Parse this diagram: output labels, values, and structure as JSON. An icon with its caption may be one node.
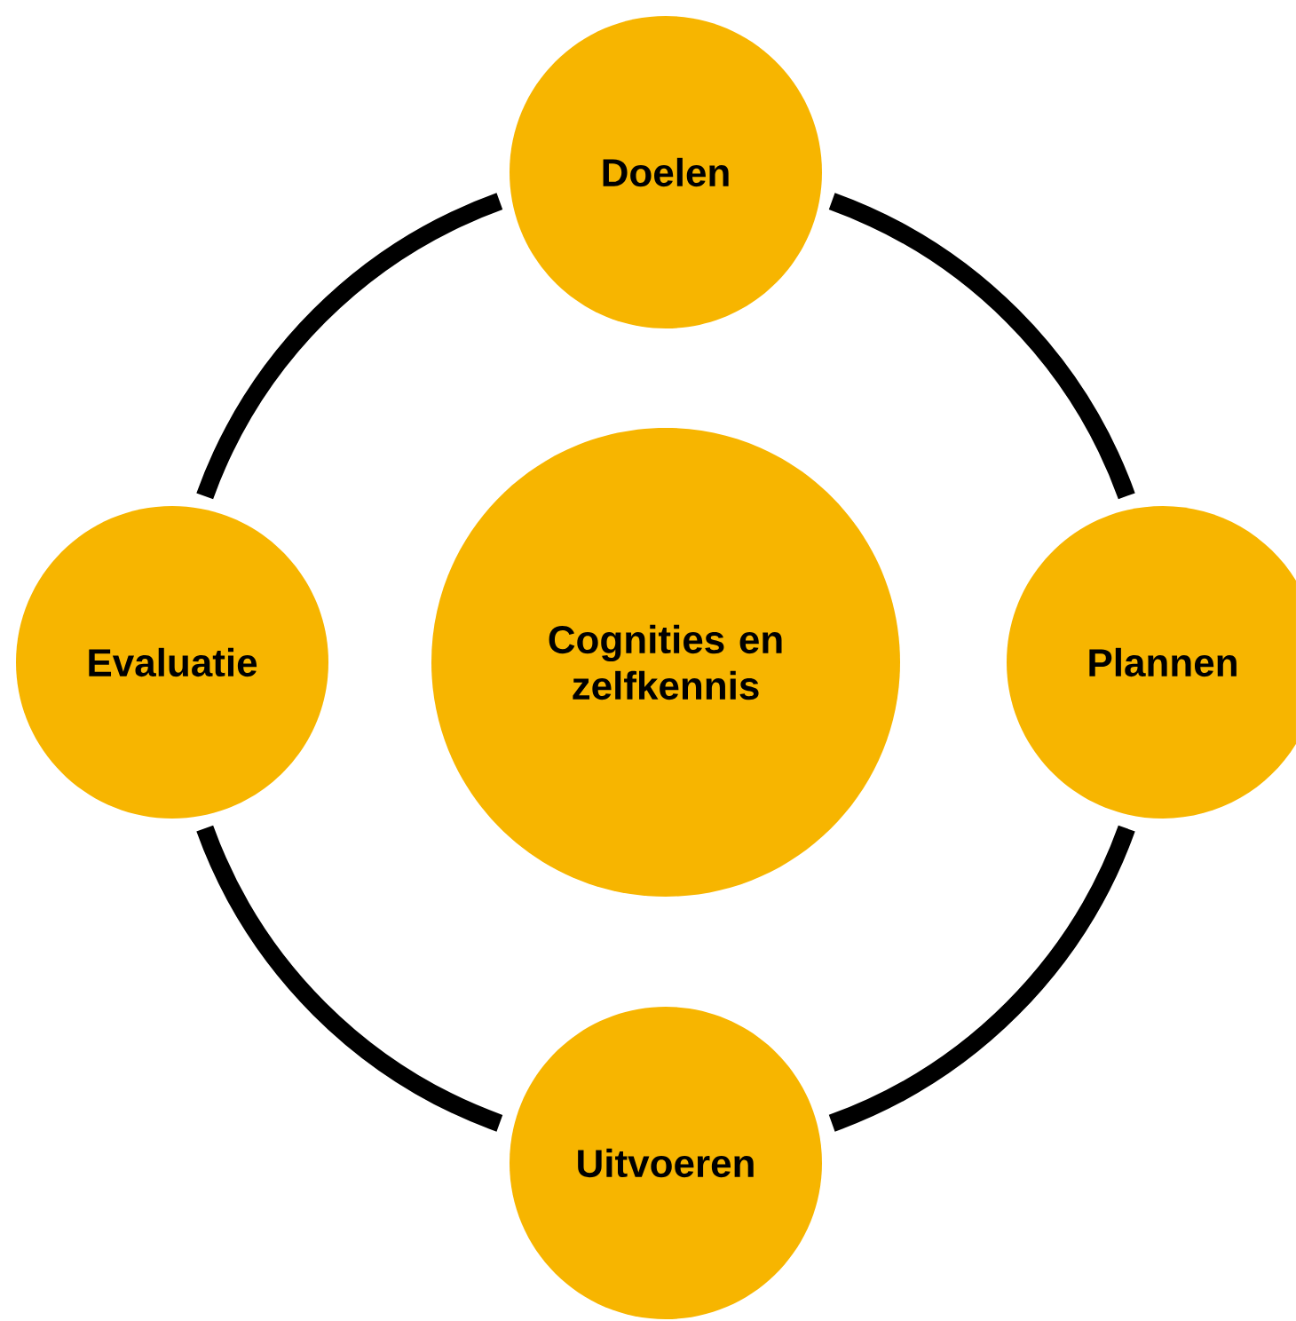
{
  "diagram": {
    "nodes": [
      {
        "text": [
          "Doelen"
        ]
      },
      {
        "text": [
          "Evaluatie"
        ]
      },
      {
        "text": [
          "Cognities en zelfkennis"
        ]
      },
      {
        "text": [
          "Plannen"
        ]
      },
      {
        "text": [
          "Uitvoeren"
        ]
      }
    ],
    "edges": [
      {
        "from": 0,
        "to": 3,
        "arrow": "none"
      },
      {
        "from": 3,
        "to": 4,
        "arrow": "none"
      },
      {
        "from": 4,
        "to": 1,
        "arrow": "none"
      },
      {
        "from": 1,
        "to": 0,
        "arrow": "none"
      }
    ]
  }
}
